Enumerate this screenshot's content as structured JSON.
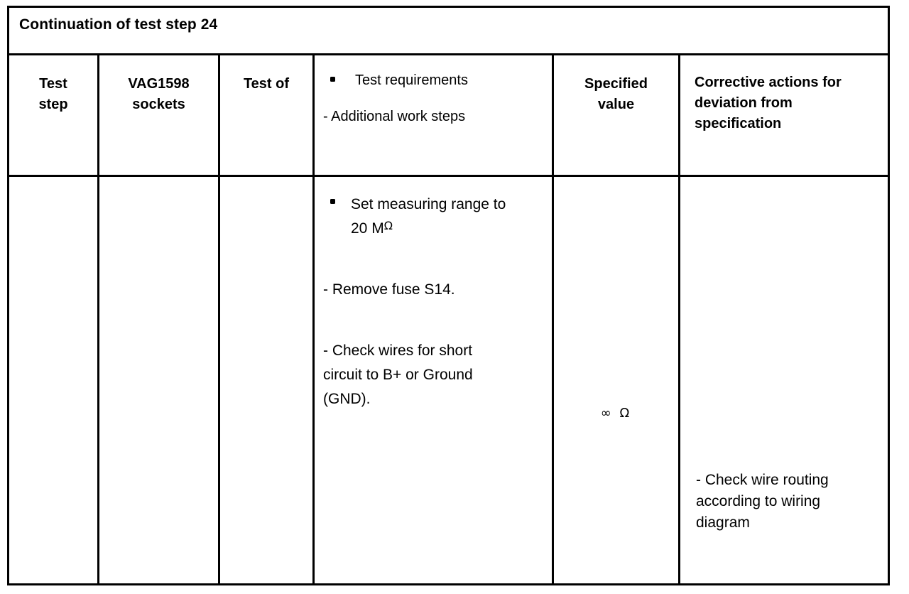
{
  "document": {
    "title": "Continuation of test step 24",
    "type": "table"
  },
  "table": {
    "title_row": {
      "label": "Continuation of test step 24"
    },
    "headers": {
      "test_step": "Test\nstep",
      "test_step_line1": "Test",
      "test_step_line2": "step",
      "vag_sockets_line1": "VAG1598",
      "vag_sockets_line2": "sockets",
      "test_of": "Test of",
      "requirements_bullet": "Test requirements",
      "requirements_dash": "- Additional work steps",
      "specified_value_line1": "Specified",
      "specified_value_line2": "value",
      "corrective_line1": "Corrective actions for",
      "corrective_line2": "deviation from",
      "corrective_line3": "specification"
    },
    "rows": [
      {
        "test_step": "",
        "vag_sockets": "",
        "test_of": "",
        "requirements": {
          "bullet_items": [
            {
              "text_line1": "Set measuring range to",
              "text_line2_value": "20 M",
              "text_line2_unit": "Ω"
            }
          ],
          "dash_items": [
            "- Remove fuse S14.",
            "- Check wires for short circuit to B+ or Ground (GND)."
          ],
          "dash_item_2_line1": "- Check wires for short",
          "dash_item_2_line2": "circuit to B+ or Ground",
          "dash_item_2_line3": "(GND)."
        },
        "specified_value": "∞ Ω",
        "specified_value_symbols": {
          "infinity": "∞",
          "ohm": "Ω"
        },
        "corrective_actions": {
          "line1": "- Check wire routing",
          "line2": "according to wiring",
          "line3": "diagram"
        }
      }
    ]
  },
  "colors": {
    "background": "#ffffff",
    "text": "#000000",
    "border": "#000000"
  }
}
